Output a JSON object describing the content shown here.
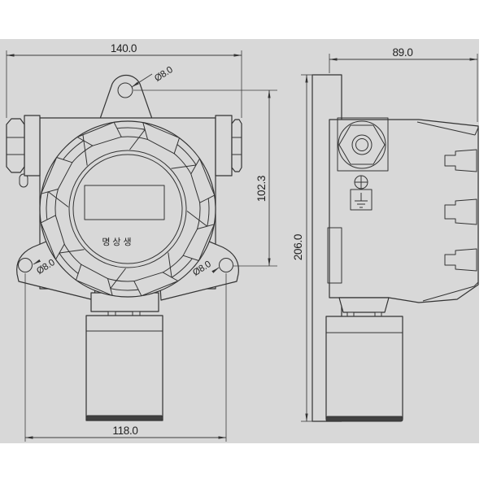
{
  "drawing": {
    "faceplate_text": "명상생",
    "dimensions": {
      "overall_width_mm": "140.0",
      "top_hole_diameter": "Ø8.0",
      "mounting_hole_vertical_spacing_mm": "102.3",
      "depth_mm": "89.0",
      "height_mm": "206.0",
      "left_hole_diameter": "Ø8.0",
      "right_hole_diameter": "Ø8.0",
      "mounting_hole_horizontal_spacing_mm": "118.0"
    }
  }
}
